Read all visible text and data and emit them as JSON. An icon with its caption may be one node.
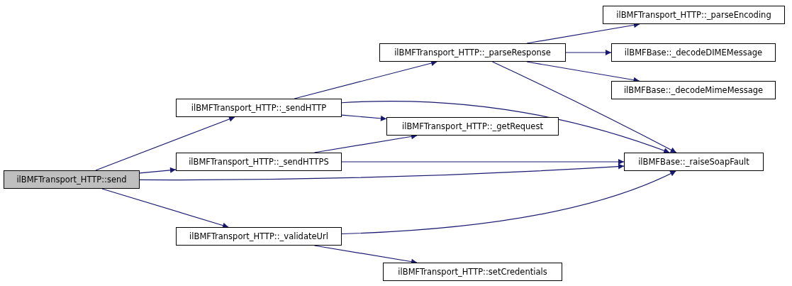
{
  "diagram": {
    "nodes": [
      {
        "text": [
          "ilBMFTransport_HTTP::send"
        ]
      },
      {
        "text": [
          "ilBMFTransport_HTTP::_sendHTTP"
        ]
      },
      {
        "text": [
          "ilBMFTransport_HTTP::_parseResponse"
        ]
      },
      {
        "text": [
          "ilBMFTransport_HTTP::_parseEncoding"
        ]
      },
      {
        "text": [
          "ilBMFBase::_decodeDIMEMessage"
        ]
      },
      {
        "text": [
          "ilBMFBase::_decodeMimeMessage"
        ]
      },
      {
        "text": [
          "ilBMFTransport_HTTP::_getRequest"
        ]
      },
      {
        "text": [
          "ilBMFTransport_HTTP::_sendHTTPS"
        ]
      },
      {
        "text": [
          "ilBMFBase::_raiseSoapFault"
        ]
      },
      {
        "text": [
          "ilBMFTransport_HTTP::_validateUrl"
        ]
      },
      {
        "text": [
          "ilBMFTransport_HTTP::setCredentials"
        ]
      }
    ],
    "edges": [
      {
        "from": 0,
        "to": 1,
        "arrow": "to"
      },
      {
        "from": 0,
        "to": 7,
        "arrow": "to"
      },
      {
        "from": 0,
        "to": 8,
        "arrow": "to"
      },
      {
        "from": 0,
        "to": 9,
        "arrow": "to"
      },
      {
        "from": 1,
        "to": 2,
        "arrow": "to"
      },
      {
        "from": 1,
        "to": 8,
        "arrow": "to"
      },
      {
        "from": 1,
        "to": 6,
        "arrow": "to"
      },
      {
        "from": 2,
        "to": 3,
        "arrow": "to"
      },
      {
        "from": 2,
        "to": 4,
        "arrow": "to"
      },
      {
        "from": 2,
        "to": 5,
        "arrow": "to"
      },
      {
        "from": 2,
        "to": 8,
        "arrow": "to"
      },
      {
        "from": 7,
        "to": 6,
        "arrow": "to"
      },
      {
        "from": 7,
        "to": 8,
        "arrow": "to"
      },
      {
        "from": 9,
        "to": 8,
        "arrow": "to"
      },
      {
        "from": 9,
        "to": 10,
        "arrow": "to"
      }
    ]
  }
}
